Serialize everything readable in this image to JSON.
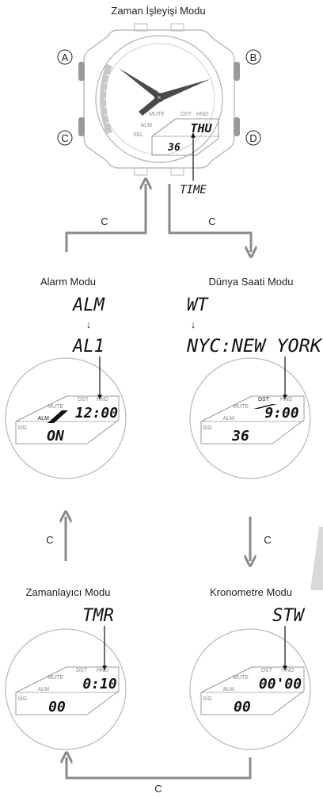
{
  "titles": {
    "timekeeping": "Zaman İşleyişi Modu",
    "alarm": "Alarm Modu",
    "world_time": "Dünya Saati Modu",
    "timer": "Zamanlayıcı Modu",
    "stopwatch": "Kronometre Modu"
  },
  "buttons": {
    "a": "A",
    "b": "B",
    "c": "C",
    "d": "D"
  },
  "press_label": "C",
  "codes": {
    "time": "TIME",
    "alm": "ALM",
    "al1": "AL1",
    "wt": "WT",
    "city": "NYC:NEW YORK",
    "tmr": "TMR",
    "stw": "STW",
    "arrow": "↓"
  },
  "indicators": {
    "mute": "MUTE",
    "dst": "DST",
    "hnd": "HND",
    "alm": "ALM",
    "sig": "SIG"
  },
  "displays": {
    "timekeeping": {
      "top": "THU",
      "bottom": "36"
    },
    "alarm": {
      "top": "12:00",
      "bottom": "ON"
    },
    "world_time": {
      "top": "9:00",
      "bottom": "36"
    },
    "timer": {
      "top": "0:10",
      "bottom": "00"
    },
    "stopwatch": {
      "top": "00'00",
      "bottom": "00"
    }
  },
  "colors": {
    "arrow": "#8a8a8a",
    "outline": "#b0b0b0",
    "hand": "#4a4a4a",
    "button": "#9a9a9a"
  }
}
